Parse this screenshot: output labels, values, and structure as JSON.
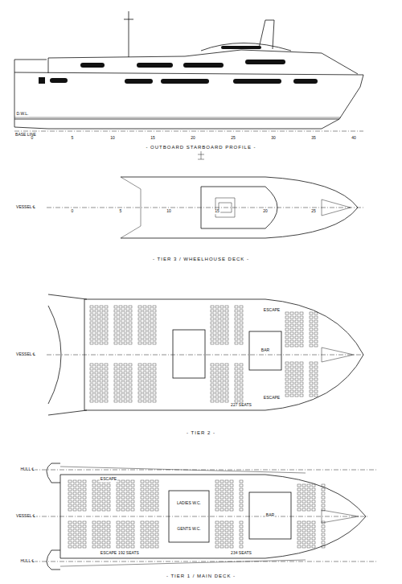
{
  "diagram": {
    "labels": [
      "- OUTBOARD STARBOARD PROFILE -",
      "D.W.L.",
      "BASE LINE",
      "0",
      "5",
      "10",
      "15",
      "20",
      "25",
      "30",
      "35",
      "40",
      "- TIER 3 / WHEELHOUSE DECK -",
      "VESSEL ℄",
      "0",
      "5",
      "10",
      "15",
      "20",
      "25",
      "- TIER 2 -",
      "VESSEL ℄",
      "ESCAPE",
      "BAR",
      "ESCAPE",
      "227 SEATS",
      "- TIER 1 / MAIN DECK -",
      "HULL ℄",
      "VESSEL ℄",
      "HULL ℄",
      "ESCAPE",
      "ESCAPE",
      "192 SEATS",
      "234 SEATS",
      "BAR",
      "LADIES W.C.",
      "GENTS W.C."
    ]
  }
}
